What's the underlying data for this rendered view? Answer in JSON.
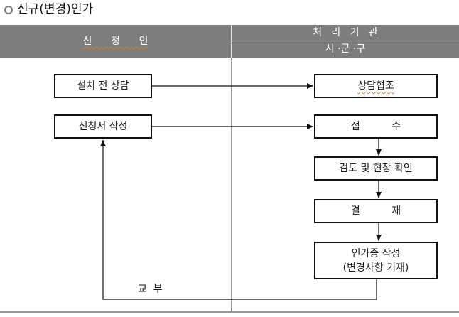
{
  "title": "신규(변경)인가",
  "header": {
    "applicant": "신      청      인",
    "agency": "처   리   기   관",
    "agency_sub": "시 ·군 ·구"
  },
  "left_steps": [
    {
      "id": "consult",
      "label": "설치 전 상담"
    },
    {
      "id": "submit",
      "label": "신청서 작성"
    }
  ],
  "right_steps": [
    {
      "id": "coop",
      "label": "상담협조"
    },
    {
      "id": "receipt",
      "label": "접          수"
    },
    {
      "id": "review",
      "label": "검토 및 현장 확인"
    },
    {
      "id": "approve",
      "label": "결          재"
    },
    {
      "id": "issue",
      "label": "인가증 작성",
      "label2": "(변경사항 기재)"
    }
  ],
  "return_label": "교  부"
}
